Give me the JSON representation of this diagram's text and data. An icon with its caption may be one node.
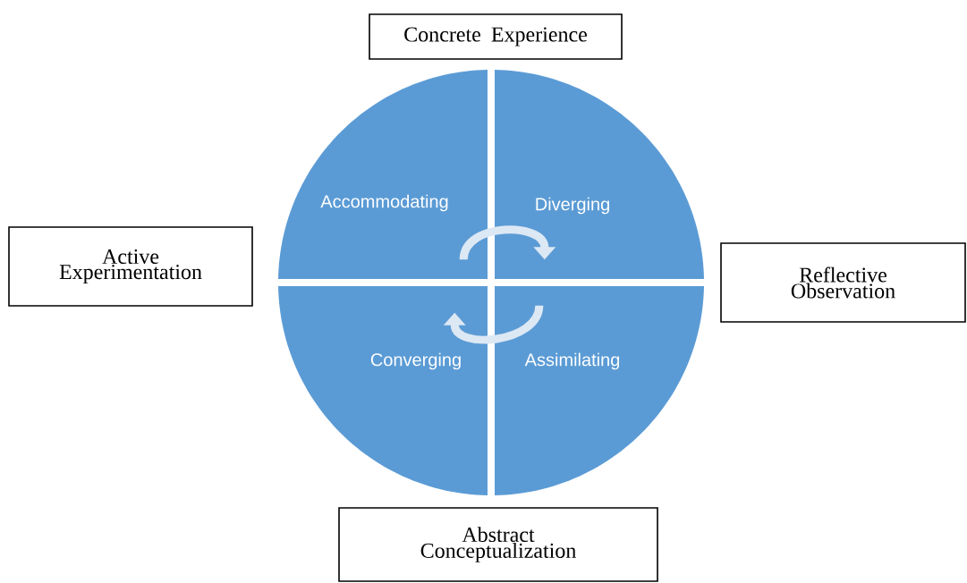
{
  "diagram": {
    "nodes": [
      {
        "text": [
          "Concrete Experience"
        ]
      },
      {
        "text": [
          "Accommodating"
        ]
      },
      {
        "text": [
          "Diverging"
        ]
      },
      {
        "text": [
          "Active Experimentation"
        ]
      },
      {
        "text": [
          "Reflective Observation"
        ]
      },
      {
        "text": [
          "Converging"
        ]
      },
      {
        "text": [
          "Assimilating"
        ]
      },
      {
        "text": [
          "Abstract Conceptualization"
        ]
      }
    ],
    "edges": [
      {
        "from": 1,
        "to": 2,
        "arrow": "to"
      },
      {
        "from": 6,
        "to": 5,
        "arrow": "to"
      }
    ]
  }
}
